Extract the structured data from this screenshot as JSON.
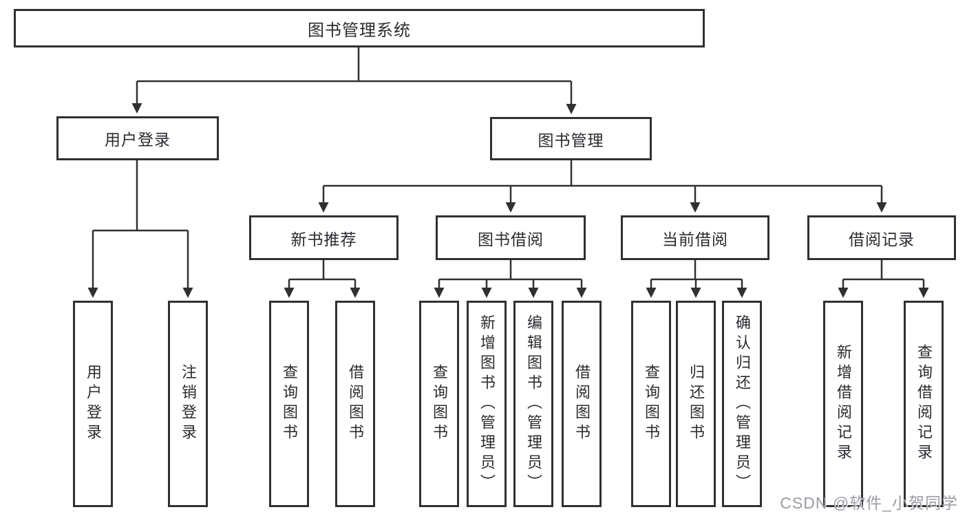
{
  "diagram": {
    "root": "图书管理系统",
    "branches": {
      "user_login": {
        "label": "用户登录",
        "children": {
          "login": "用户登录",
          "logout": "注销登录"
        }
      },
      "book_mgmt": {
        "label": "图书管理",
        "sections": {
          "new_book": {
            "label": "新书推荐",
            "children": {
              "query": "查询图书",
              "borrow": "借阅图书"
            }
          },
          "borrowing": {
            "label": "图书借阅",
            "children": {
              "query": "查询图书",
              "add": "新增图书（管理员）",
              "edit": "编辑图书（管理员）",
              "borrow": "借阅图书"
            }
          },
          "current": {
            "label": "当前借阅",
            "children": {
              "query": "查询图书",
              "return": "归还图书",
              "confirm": "确认归还（管理员）"
            }
          },
          "records": {
            "label": "借阅记录",
            "children": {
              "add": "新增借阅记录",
              "query": "查询借阅记录"
            }
          }
        }
      }
    }
  },
  "watermark": {
    "text": "CSDN @软件_小贺同学",
    "color": "#9b9ba5"
  },
  "colors": {
    "line": "#303030",
    "box_border": "#303030",
    "box_background": "#ffffff",
    "text": "#2b2b30",
    "page_background": "#ffffff"
  }
}
